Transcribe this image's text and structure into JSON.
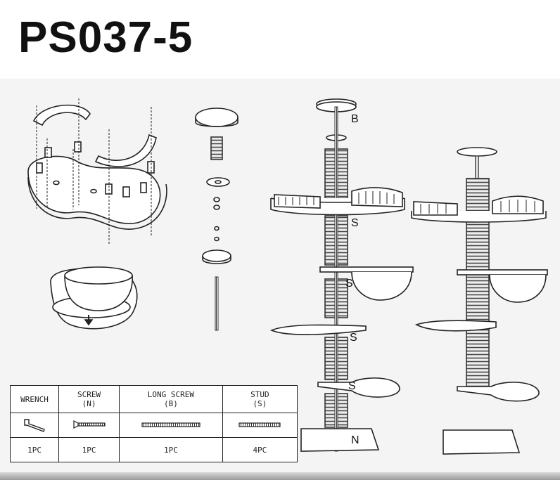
{
  "title": "PS037-5",
  "callouts": {
    "top": "B",
    "s1": "S",
    "s2": "S",
    "s3": "S",
    "s4": "S",
    "bottom": "N"
  },
  "parts_table": {
    "columns": [
      {
        "name": "WRENCH",
        "sub": "",
        "qty": "1PC",
        "icon": "wrench-icon"
      },
      {
        "name": "SCREW",
        "sub": "(N)",
        "qty": "1PC",
        "icon": "screw-icon"
      },
      {
        "name": "LONG SCREW",
        "sub": "(B)",
        "qty": "1PC",
        "icon": "long-screw-icon"
      },
      {
        "name": "STUD",
        "sub": "(S)",
        "qty": "4PC",
        "icon": "stud-icon"
      }
    ]
  },
  "colors": {
    "line": "#222222",
    "background": "#f4f4f4",
    "fill": "#ffffff"
  }
}
